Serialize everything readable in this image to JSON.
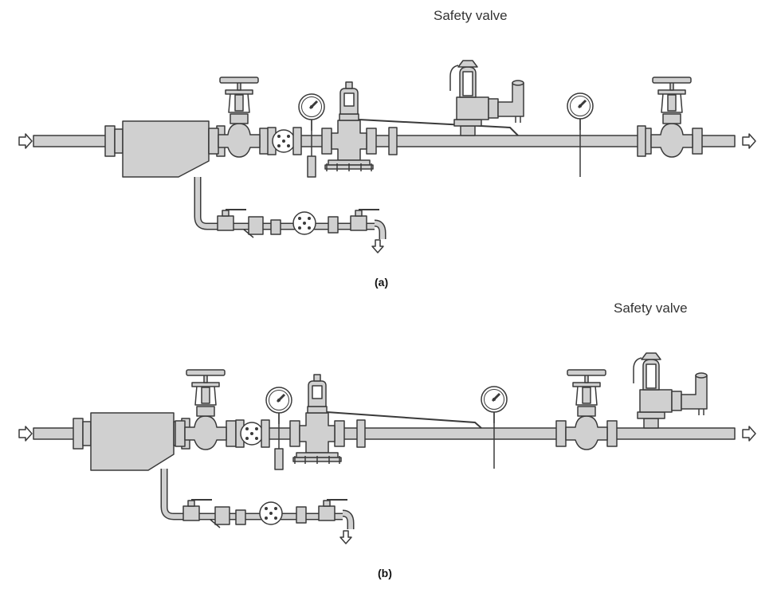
{
  "labels": {
    "safety_valve_a": "Safety valve",
    "safety_valve_b": "Safety valve",
    "caption_a": "(a)",
    "caption_b": "(b)"
  },
  "colors": {
    "fill": "#d0d0d0",
    "stroke": "#3a3a3a",
    "background": "#ffffff"
  },
  "icons": {
    "flow_in": "arrow-right-icon",
    "flow_out": "arrow-right-icon",
    "drain": "arrow-down-icon",
    "gauge": "pressure-gauge-icon",
    "valve": "globe-valve-icon"
  }
}
